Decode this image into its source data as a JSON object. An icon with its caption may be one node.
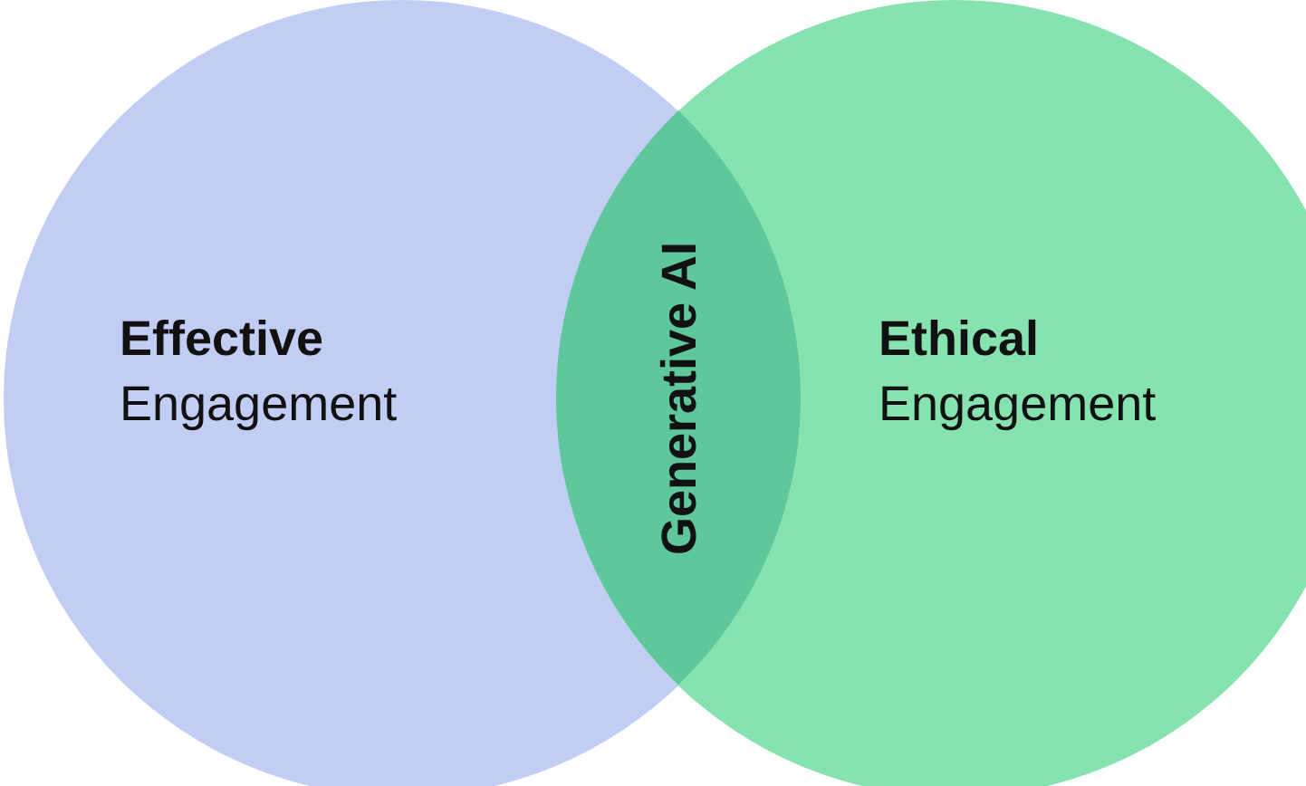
{
  "diagram": {
    "nodes": [
      {
        "text": [
          "Effective",
          "Engagement"
        ]
      },
      {
        "text": [
          "Ethical",
          "Engagement"
        ]
      },
      {
        "text": [
          "Generative AI"
        ]
      }
    ]
  }
}
